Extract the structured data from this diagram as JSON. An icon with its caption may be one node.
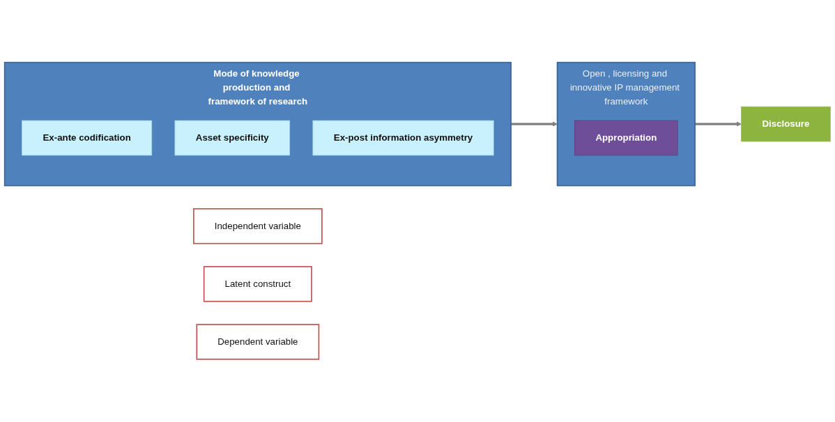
{
  "diagram": {
    "nodes": [
      {
        "text": [
          "Mode of knowledge production and framework of research"
        ]
      },
      {
        "text": [
          "Ex-ante codification"
        ],
        "in": 0
      },
      {
        "text": [
          "Asset specificity"
        ],
        "in": 0
      },
      {
        "text": [
          "Ex-post information asymmetry"
        ],
        "in": 0
      },
      {
        "text": [
          "Open , licensing and innovative IP management framework"
        ]
      },
      {
        "text": [
          "Appropriation"
        ],
        "in": 4
      },
      {
        "text": [
          "Disclosure"
        ]
      },
      {
        "text": [
          "Independent variable"
        ]
      },
      {
        "text": [
          "Latent construct"
        ]
      },
      {
        "text": [
          "Dependent variable"
        ]
      }
    ],
    "edges": [
      {
        "from": 0,
        "to": 4,
        "arrow": "to"
      },
      {
        "from": 4,
        "to": 6,
        "arrow": "to"
      }
    ]
  }
}
